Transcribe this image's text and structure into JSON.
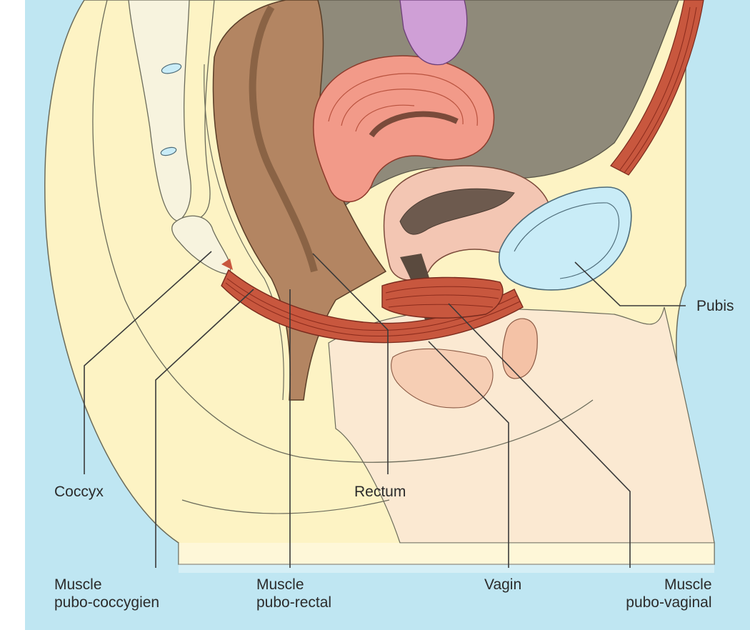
{
  "labels": {
    "coccyx": "Coccyx",
    "rectum": "Rectum",
    "pubis": "Pubis",
    "muscle_pubo_coccygien": [
      "Muscle",
      "pubo-coccygien"
    ],
    "muscle_pubo_rectal": [
      "Muscle",
      "pubo-rectal"
    ],
    "vagin": "Vagin",
    "muscle_pubo_vaginal": [
      "Muscle",
      "pubo-vaginal"
    ]
  },
  "colors": {
    "background": "#bfe6f2",
    "body_beige": "#fdf3c4",
    "skin_pink": "#f8d3bd",
    "muscle_red": "#c8573e",
    "muscle_fiber": "#8c2b1c",
    "rectum_brown": "#b38562",
    "rectum_dark": "#8a6345",
    "cavity_gray": "#8f8a7a",
    "uterus_pink": "#f29a89",
    "bladder_pink": "#f3c6b3",
    "bone_white": "#f7f3de",
    "pubis_blue": "#c9ecf7",
    "ovary_purple": "#cf9fd6"
  }
}
